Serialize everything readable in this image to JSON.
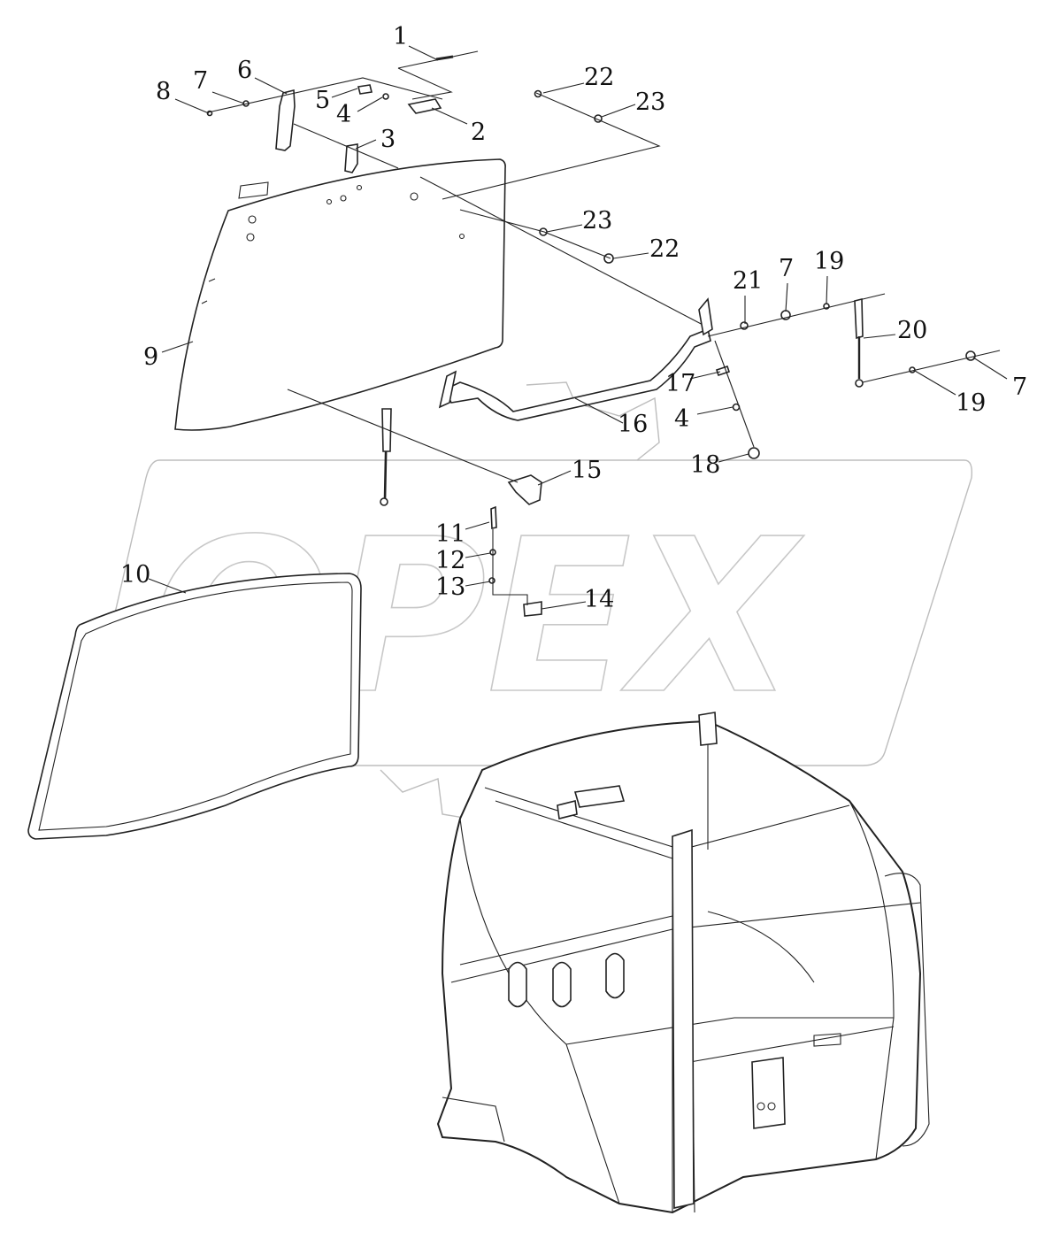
{
  "watermark": {
    "text": "OPEX"
  },
  "callouts": [
    {
      "id": "1",
      "text": "1"
    },
    {
      "id": "2",
      "text": "2"
    },
    {
      "id": "3",
      "text": "3"
    },
    {
      "id": "4a",
      "text": "4"
    },
    {
      "id": "5",
      "text": "5"
    },
    {
      "id": "6",
      "text": "6"
    },
    {
      "id": "7a",
      "text": "7"
    },
    {
      "id": "8",
      "text": "8"
    },
    {
      "id": "22a",
      "text": "22"
    },
    {
      "id": "23a",
      "text": "23"
    },
    {
      "id": "23b",
      "text": "23"
    },
    {
      "id": "22b",
      "text": "22"
    },
    {
      "id": "21",
      "text": "21"
    },
    {
      "id": "7b",
      "text": "7"
    },
    {
      "id": "19a",
      "text": "19"
    },
    {
      "id": "20",
      "text": "20"
    },
    {
      "id": "9",
      "text": "9"
    },
    {
      "id": "17",
      "text": "17"
    },
    {
      "id": "4b",
      "text": "4"
    },
    {
      "id": "16",
      "text": "16"
    },
    {
      "id": "19b",
      "text": "19"
    },
    {
      "id": "7c",
      "text": "7"
    },
    {
      "id": "18",
      "text": "18"
    },
    {
      "id": "15",
      "text": "15"
    },
    {
      "id": "11",
      "text": "11"
    },
    {
      "id": "12",
      "text": "12"
    },
    {
      "id": "13",
      "text": "13"
    },
    {
      "id": "14",
      "text": "14"
    },
    {
      "id": "10",
      "text": "10"
    }
  ]
}
